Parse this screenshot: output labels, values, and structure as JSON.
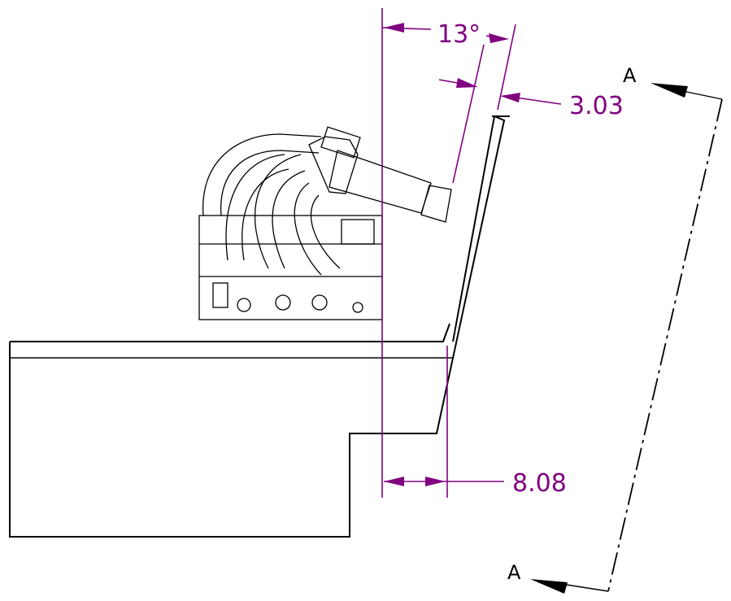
{
  "dimensions": {
    "angle": "13°",
    "offset_top": "3.03",
    "offset_bottom": "8.08"
  },
  "section": {
    "label_top": "A",
    "label_bottom": "A"
  },
  "colors": {
    "dimension": "#800080",
    "geometry": "#000000"
  }
}
